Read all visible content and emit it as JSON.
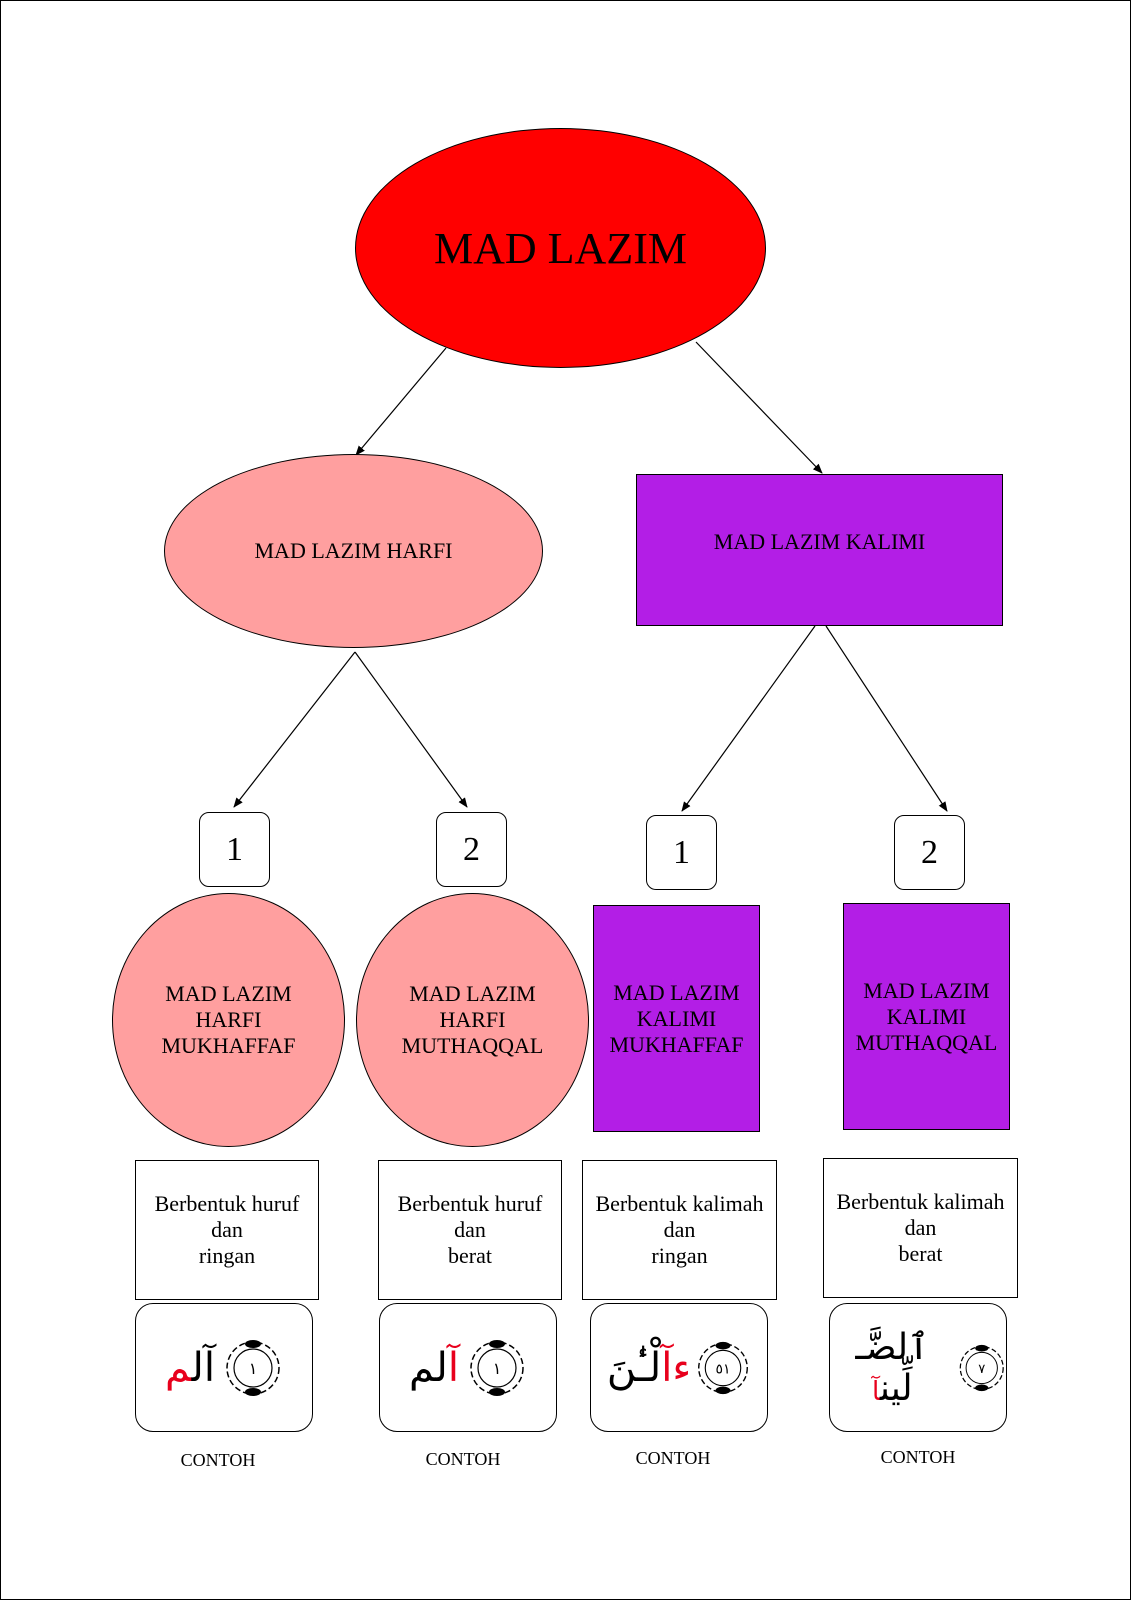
{
  "root": {
    "label": "MAD LAZIM",
    "color": "#ff0000"
  },
  "branches": [
    {
      "label": "MAD LAZIM HARFI",
      "color": "#ff9f9f",
      "children": [
        {
          "number": "1",
          "line1": "MAD LAZIM",
          "line2": "HARFI",
          "line3": "MUKHAFFAF",
          "desc1": "Berbentuk huruf",
          "desc2": "dan",
          "desc3": "ringan",
          "example_red": "م",
          "example_black": "آل",
          "ayah": "١",
          "caption": "CONTOH"
        },
        {
          "number": "2",
          "line1": "MAD LAZIM",
          "line2": "HARFI",
          "line3": "MUTHAQQAL",
          "desc1": "Berbentuk huruf",
          "desc2": "dan",
          "desc3": "berat",
          "example_red": "آ",
          "example_black": "لم",
          "ayah": "١",
          "caption": "CONTOH"
        }
      ]
    },
    {
      "label": "MAD LAZIM KALIMI",
      "color": "#b31ee6",
      "children": [
        {
          "number": "1",
          "line1": "MAD LAZIM",
          "line2": "KALIMI",
          "line3": "MUKHAFFAF",
          "desc1": "Berbentuk kalimah",
          "desc2": "dan",
          "desc3": "ringan",
          "example_red": "ءآ",
          "example_black": "لْـٰٔنَ",
          "ayah": "٥١",
          "caption": "CONTOH"
        },
        {
          "number": "2",
          "line1": "MAD LAZIM",
          "line2": "KALIMI",
          "line3": "MUTHAQQAL",
          "desc1": "Berbentuk kalimah",
          "desc2": "dan",
          "desc3": "berat",
          "example_red": "آ",
          "example_black": "ٱلضَّـ لِّين",
          "ayah": "٧",
          "caption": "CONTOH"
        }
      ]
    }
  ]
}
